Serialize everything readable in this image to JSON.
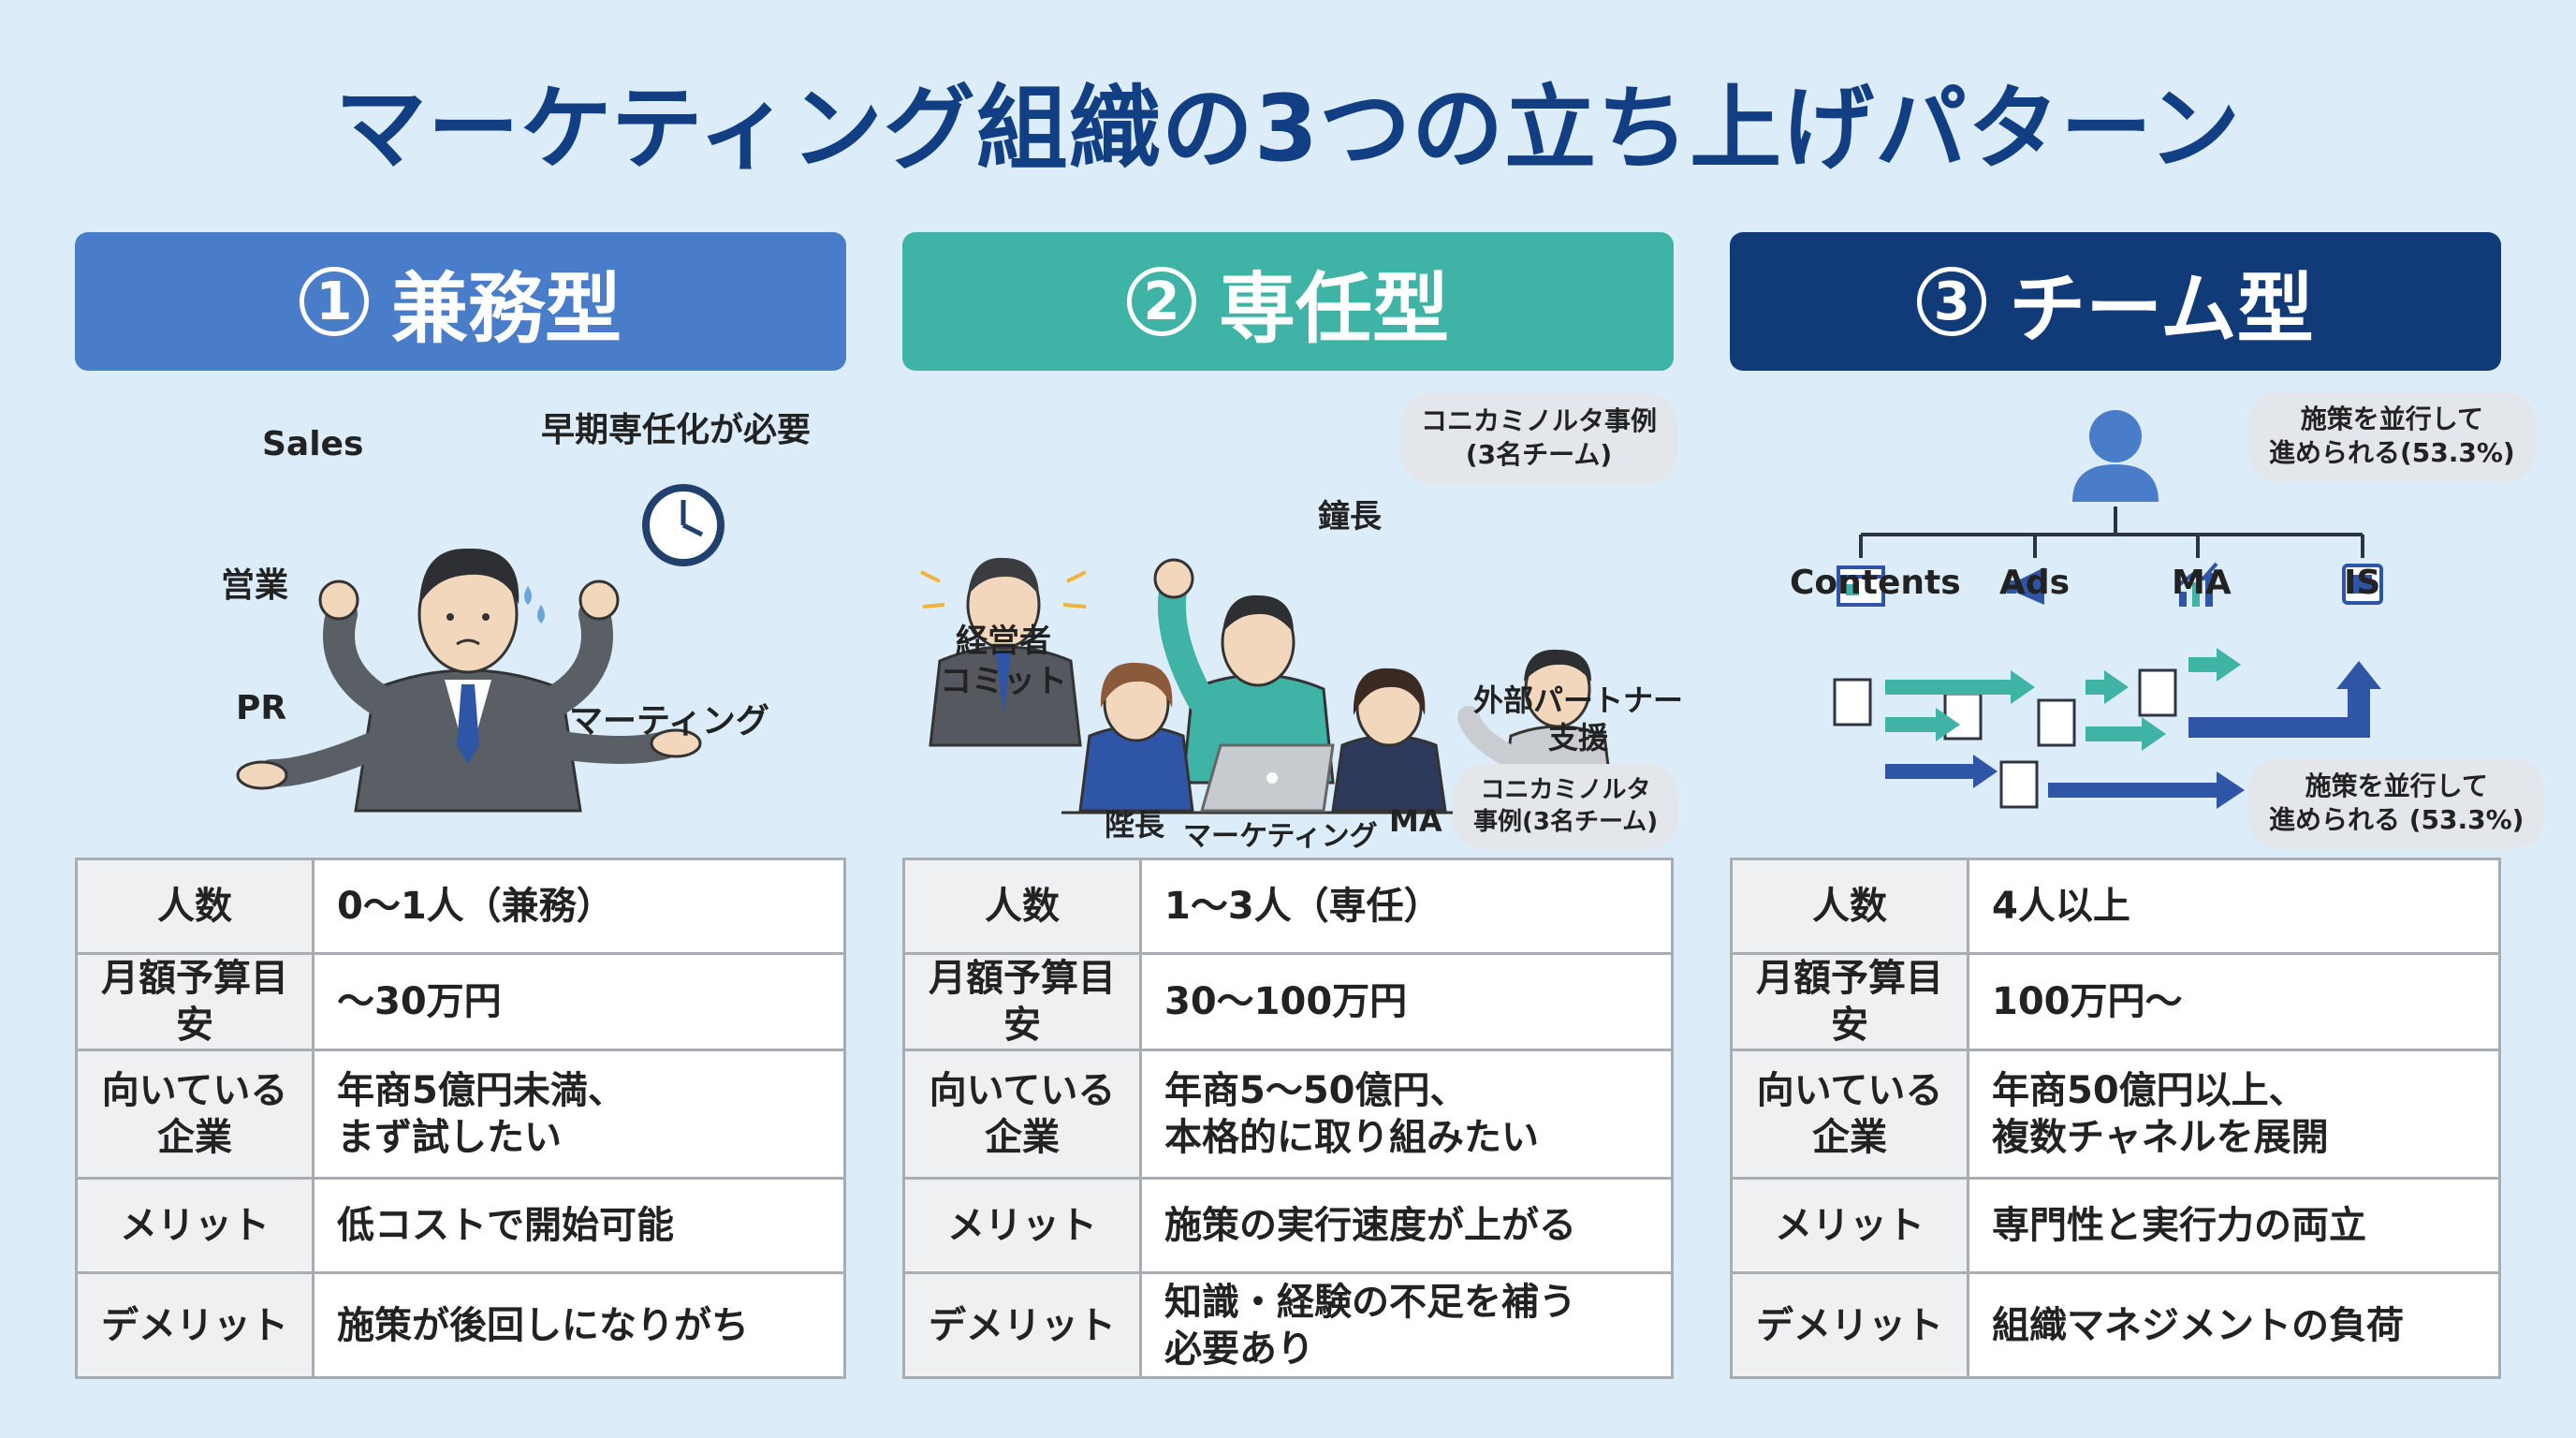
{
  "title": "マーケティング組織の3つの立ち上げパターン",
  "colors": {
    "accent1": "#4a7dc9",
    "accent2": "#3fb3a6",
    "accent3": "#113a78",
    "title": "#123f84"
  },
  "row_labels": [
    "人数",
    "月額予算目安",
    "向いている\n企業",
    "メリット",
    "デメリット"
  ],
  "columns": [
    {
      "number": "1",
      "name": "兼務型",
      "labels": {
        "sales": "Sales",
        "eigyo": "営業",
        "pr": "PR",
        "marketing": "マーティング",
        "note": "早期専任化が必要"
      },
      "rows": [
        "0〜1人（兼務）",
        "〜30万円",
        "年商5億円未満、\nまず試したい",
        "低コストで開始可能",
        "施策が後回しになりがち"
      ]
    },
    {
      "number": "2",
      "name": "専任型",
      "labels": {
        "executive": "経営者\nコミット",
        "lead": "鐘長",
        "partner": "外部パートナー\n支援",
        "bottom_left": "陛長",
        "bottom_mid": "マーケティング",
        "bottom_ma": "MA",
        "bubble_top": "コニカミノルタ事例\n(3名チーム)",
        "bubble_bottom": "コニカミノルタ\n事例(3名チーム)"
      },
      "rows": [
        "1〜3人（専任）",
        "30〜100万円",
        "年商5〜50億円、\n本格的に取り組みたい",
        "施策の実行速度が上がる",
        "知識・経験の不足を補う\n必要あり"
      ]
    },
    {
      "number": "3",
      "name": "チーム型",
      "labels": {
        "contents": "Contents",
        "ads": "Ads",
        "ma": "MA",
        "is": "IS",
        "bubble_top": "施策を並行して\n進められる(53.3%)",
        "bubble_bottom": "施策を並行して\n進められる (53.3%)"
      },
      "rows": [
        "4人以上",
        "100万円〜",
        "年商50億円以上、\n複数チャネルを展開",
        "専門性と実行力の両立",
        "組織マネジメントの負荷"
      ]
    }
  ]
}
